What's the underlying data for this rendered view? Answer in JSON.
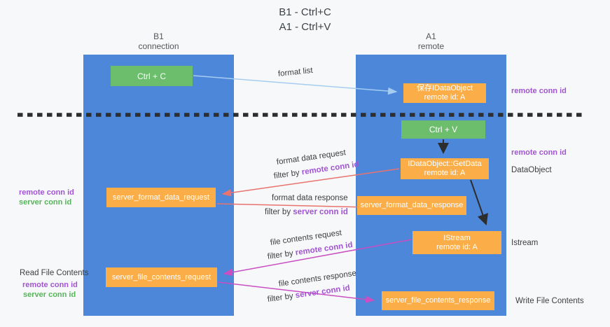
{
  "title": {
    "line1": "B1 - Ctrl+C",
    "line2": "A1 - Ctrl+V"
  },
  "lifelines": {
    "left": {
      "name": "B1",
      "role": "connection"
    },
    "right": {
      "name": "A1",
      "role": "remote"
    }
  },
  "boxes": {
    "ctrl_c": {
      "label": "Ctrl + C"
    },
    "ctrl_v": {
      "label": "Ctrl + V"
    },
    "save_dataobject": {
      "line1": "保存IDataObject",
      "line2": "remote id: A"
    },
    "getdata": {
      "line1": "IDataObject::GetData",
      "line2": "remote id: A"
    },
    "istream": {
      "line1": "IStream",
      "line2": "remote id: A"
    },
    "format_request": {
      "label": "server_format_data_request"
    },
    "format_response": {
      "label": "server_format_data_response"
    },
    "file_request": {
      "label": "server_file_contents_request"
    },
    "file_response": {
      "label": "server_file_contents_response"
    }
  },
  "arrows": {
    "format_list": {
      "label": "format list"
    },
    "format_data_request": {
      "label": "format data request",
      "filter_prefix": "filter by ",
      "filter_id": "remote conn id"
    },
    "format_data_response": {
      "label": "format data response",
      "filter_prefix": "filter by ",
      "filter_id": "server conn id"
    },
    "file_contents_request": {
      "label": "file contents request",
      "filter_prefix": "filter by ",
      "filter_id": "remote conn id"
    },
    "file_contents_response": {
      "label": "file contents response",
      "filter_prefix": "filter by ",
      "filter_id": "server conn id"
    }
  },
  "side_labels": {
    "right_remote_conn_top": "remote conn id",
    "right_remote_conn_mid": "remote conn id",
    "right_dataobject": "DataObject",
    "right_istream": "Istream",
    "right_write_file": "Write File Contents",
    "left_mid_remote": "remote conn id",
    "left_mid_server": "server conn id",
    "left_read_file": "Read File Contents",
    "left_bottom_remote": "remote conn id",
    "left_bottom_server": "server conn id"
  },
  "colors": {
    "lifeline_blue": "#4c87d9",
    "box_green": "#6cbe6d",
    "box_orange": "#fbae47",
    "arrow_light_blue": "#a6cdf1",
    "arrow_salmon": "#e8736f",
    "arrow_magenta": "#c94fc3",
    "arrow_black": "#2d2d2d",
    "text_purple": "#a254d4",
    "text_green": "#57b45b"
  }
}
